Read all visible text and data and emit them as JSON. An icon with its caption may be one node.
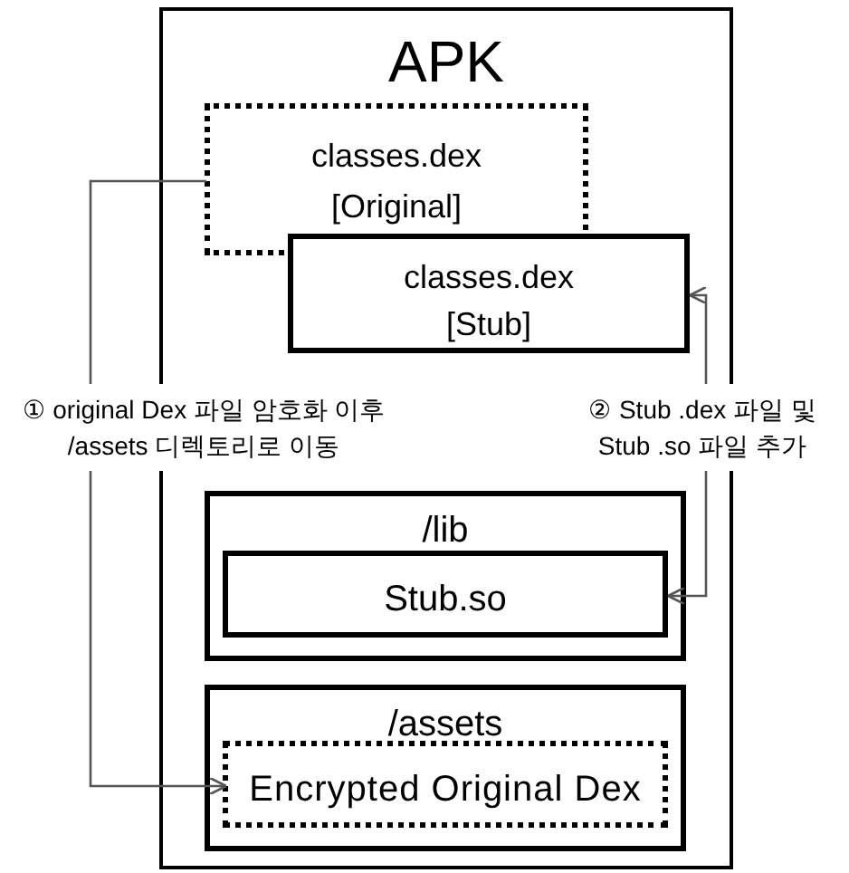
{
  "diagram": {
    "nodes": [
      {
        "text": [
          "APK"
        ]
      },
      {
        "text": [
          "classes.dex [Original]"
        ],
        "in": 0
      },
      {
        "text": [
          "classes.dex [Stub]"
        ],
        "in": 0
      },
      {
        "text": [
          "/lib"
        ],
        "in": 0
      },
      {
        "text": [
          "Stub.so"
        ],
        "in": 3
      },
      {
        "text": [
          "/assets"
        ],
        "in": 0
      },
      {
        "text": [
          "Encrypted Original Dex"
        ],
        "in": 5
      }
    ],
    "edges": [
      {
        "from": 1,
        "to": 6,
        "arrow": "to",
        "label": "① original Dex 파일 암호화 이후 /assets 디렉토리로 이동"
      },
      {
        "from": 4,
        "to": 2,
        "arrow": "both",
        "label": "② Stub .dex 파일 및 Stub .so 파일 추가"
      }
    ]
  }
}
